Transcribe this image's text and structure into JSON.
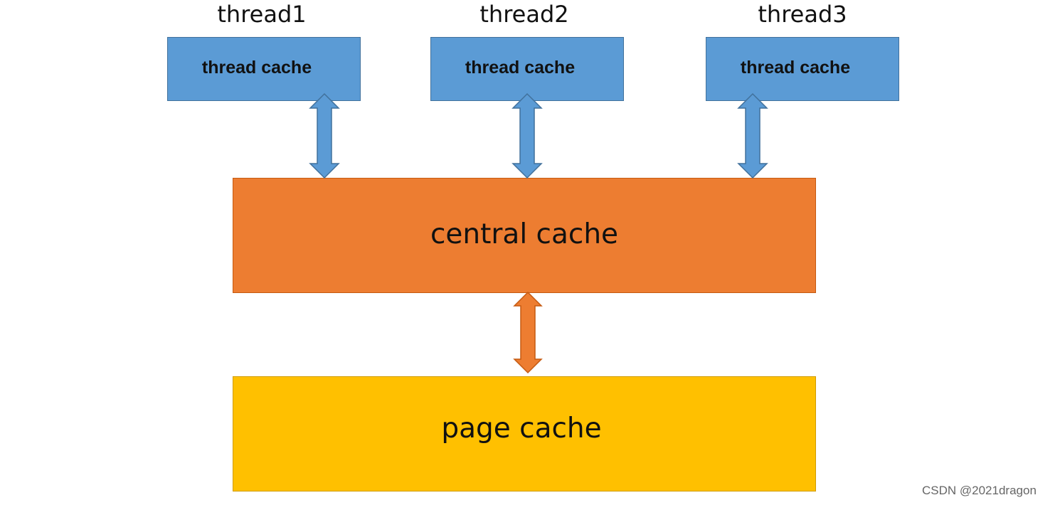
{
  "threads": [
    {
      "title": "thread1",
      "cache_label": "thread cache"
    },
    {
      "title": "thread2",
      "cache_label": "thread cache"
    },
    {
      "title": "thread3",
      "cache_label": "thread cache"
    }
  ],
  "central_cache": {
    "label": "central cache"
  },
  "page_cache": {
    "label": "page cache"
  },
  "watermark": "CSDN @2021dragon",
  "colors": {
    "thread_cache_fill": "#5b9bd5",
    "central_cache_fill": "#ed7d31",
    "page_cache_fill": "#ffc000",
    "thread_arrow": "#5b9bd5",
    "central_page_arrow": "#ed7d31"
  }
}
